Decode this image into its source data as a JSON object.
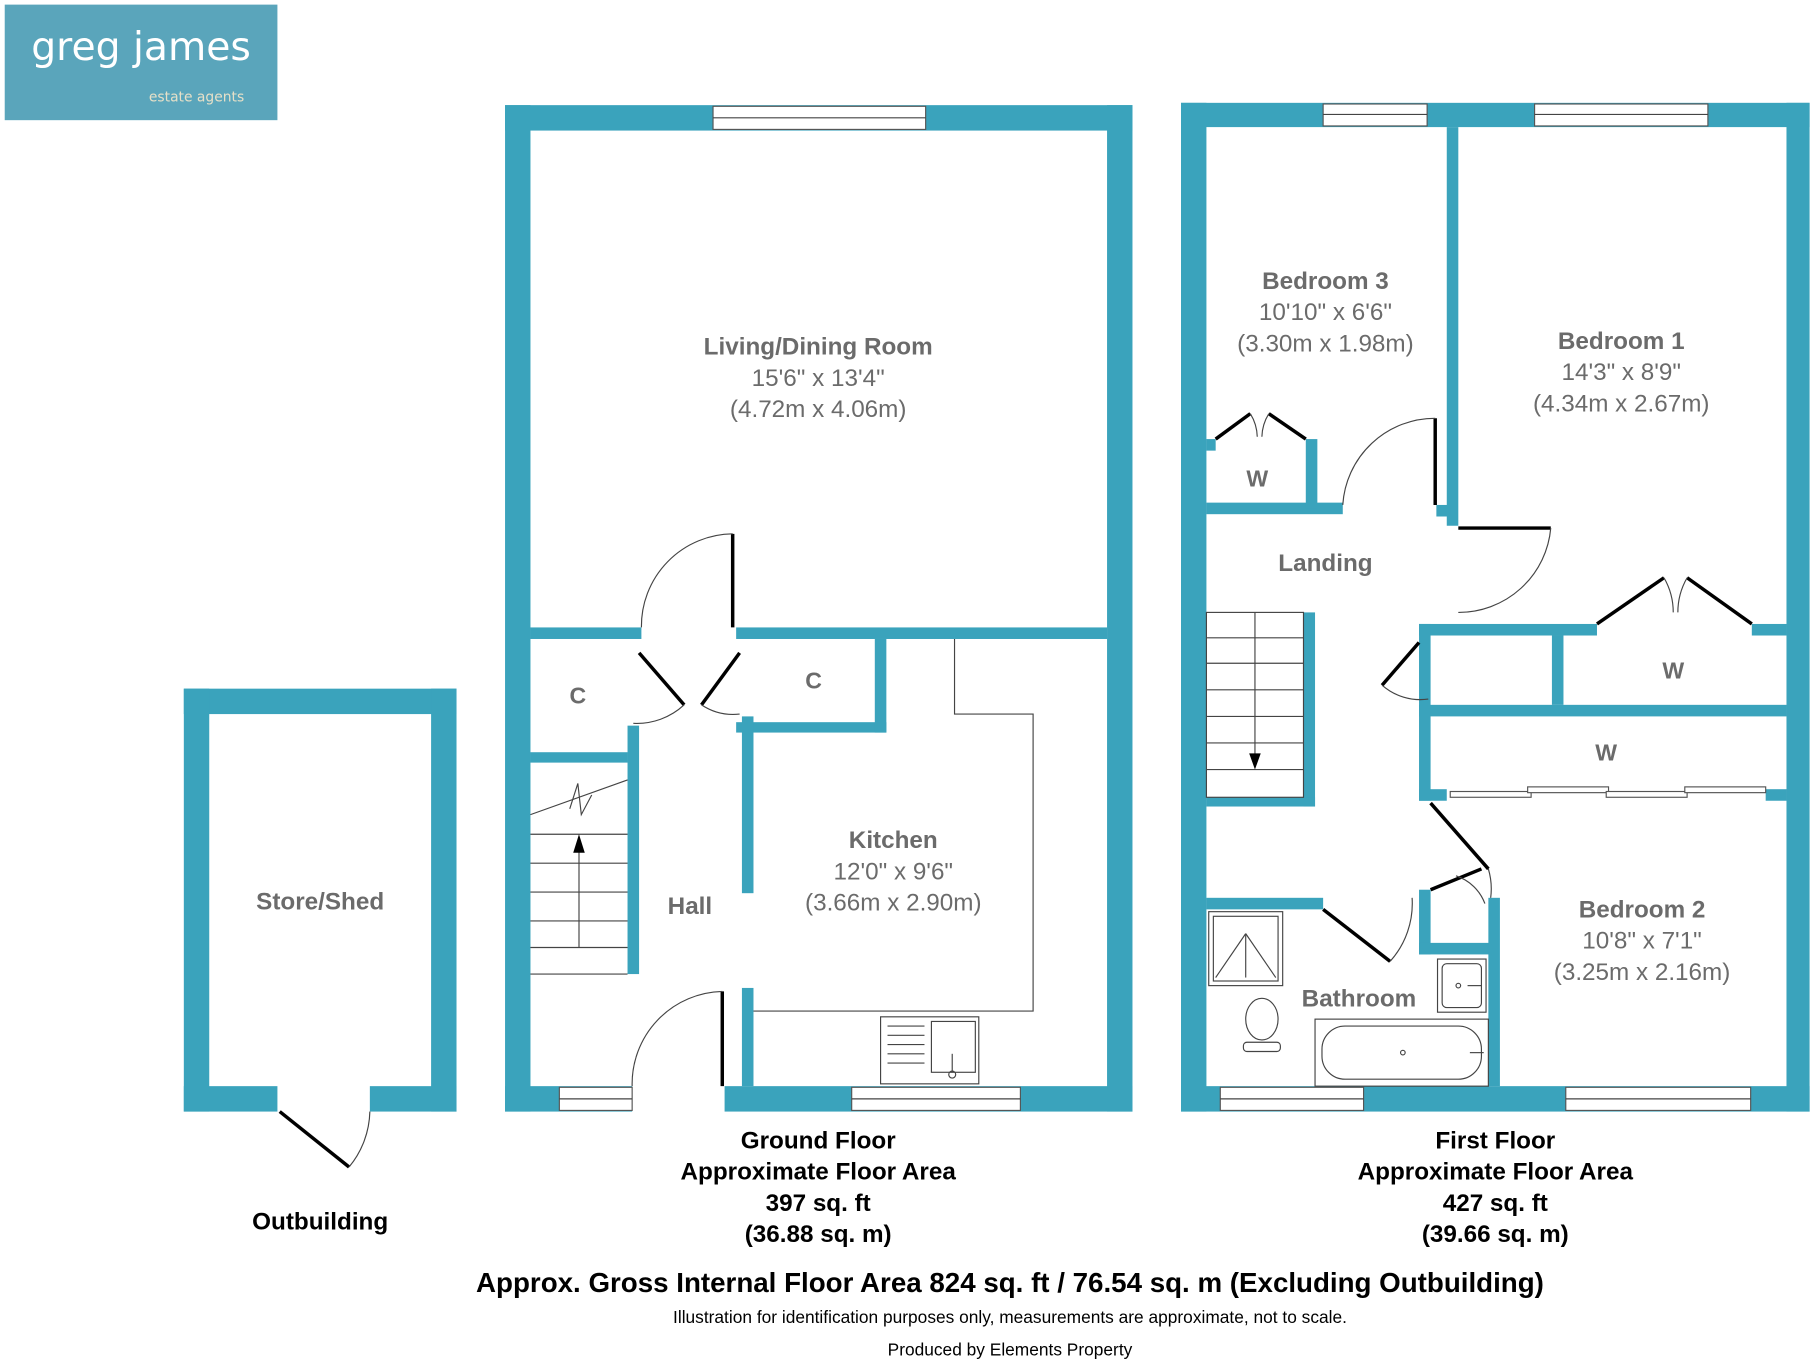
{
  "brand": {
    "name": "greg james",
    "tagline": "estate agents",
    "bg_color": "#5aa5bb"
  },
  "colors": {
    "wall": "#3aa3bc"
  },
  "outbuilding": {
    "rooms": [
      {
        "name": "Store/Shed"
      }
    ],
    "caption": "Outbuilding"
  },
  "ground_floor": {
    "rooms": [
      {
        "name": "Living/Dining Room",
        "imperial": "15'6\" x 13'4\"",
        "metric": "(4.72m x 4.06m)"
      },
      {
        "name": "Kitchen",
        "imperial": "12'0\" x 9'6\"",
        "metric": "(3.66m x 2.90m)"
      },
      {
        "name": "Hall"
      },
      {
        "name": "C"
      },
      {
        "name": "C"
      }
    ],
    "caption": [
      "Ground Floor",
      "Approximate Floor Area",
      "397 sq. ft",
      "(36.88 sq. m)"
    ]
  },
  "first_floor": {
    "rooms": [
      {
        "name": "Bedroom 3",
        "imperial": "10'10\" x 6'6\"",
        "metric": "(3.30m x 1.98m)"
      },
      {
        "name": "Bedroom 1",
        "imperial": "14'3\" x 8'9\"",
        "metric": "(4.34m x 2.67m)"
      },
      {
        "name": "Bedroom 2",
        "imperial": "10'8\" x 7'1\"",
        "metric": "(3.25m x 2.16m)"
      },
      {
        "name": "Landing"
      },
      {
        "name": "Bathroom"
      },
      {
        "name": "W"
      },
      {
        "name": "W"
      },
      {
        "name": "W"
      }
    ],
    "caption": [
      "First Floor",
      "Approximate Floor Area",
      "427 sq. ft",
      "(39.66 sq. m)"
    ]
  },
  "footer": {
    "total": "Approx. Gross Internal Floor Area 824 sq. ft / 76.54 sq. m (Excluding Outbuilding)",
    "disclaimer": "Illustration for identification purposes only, measurements are approximate, not to scale.",
    "producer": "Produced by Elements Property"
  }
}
